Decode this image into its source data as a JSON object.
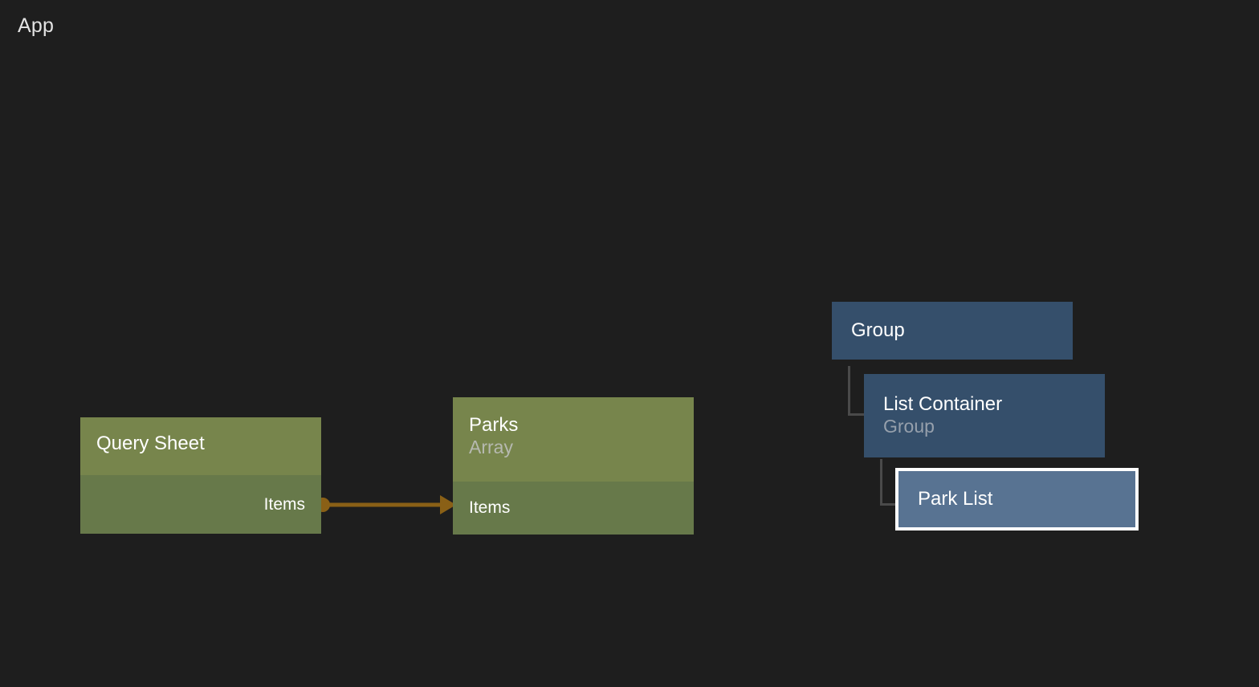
{
  "app": {
    "title": "App",
    "background_color": "#1e1e1e"
  },
  "colors": {
    "node_green_header": "#77854c",
    "node_green_body": "#67794a",
    "node_blue": "#354f6b",
    "node_blue_selected": "#587392",
    "selection_border": "#ffffff",
    "edge": "#8a6016",
    "tree_connector": "#4a4a4a",
    "text_primary": "#ffffff",
    "text_secondary": "#b6b9b0"
  },
  "graph": {
    "nodes": [
      {
        "id": "query-sheet",
        "kind": "green",
        "title": "Query Sheet",
        "subtitle": "",
        "ports": [
          {
            "name": "Items",
            "direction": "out"
          }
        ]
      },
      {
        "id": "parks",
        "kind": "green",
        "title": "Parks",
        "subtitle": "Array",
        "ports": [
          {
            "name": "Items",
            "direction": "in"
          }
        ]
      }
    ],
    "edges": [
      {
        "id": "query-sheet-items-to-parks-items",
        "from_node": "query-sheet",
        "from_port": "Items",
        "to_node": "parks",
        "to_port": "Items",
        "color": "#8a6016"
      }
    ]
  },
  "hierarchy": {
    "items": [
      {
        "id": "group",
        "title": "Group",
        "subtitle": "",
        "depth": 0,
        "selected": false
      },
      {
        "id": "list-container",
        "title": "List Container",
        "subtitle": "Group",
        "depth": 1,
        "selected": false
      },
      {
        "id": "park-list",
        "title": "Park List",
        "subtitle": "",
        "depth": 2,
        "selected": true
      }
    ]
  }
}
